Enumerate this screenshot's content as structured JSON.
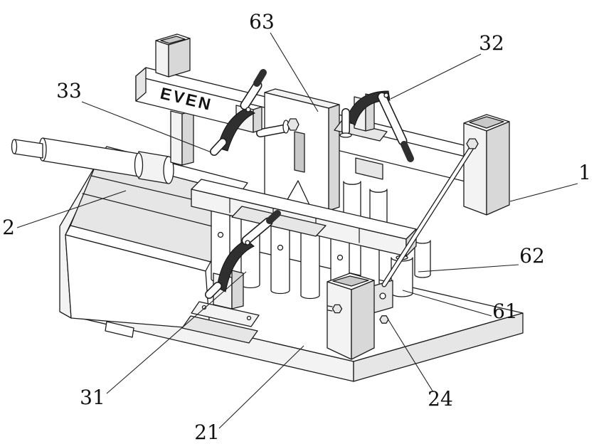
{
  "figure": {
    "background_color": "#ffffff",
    "line_color": "#1c1c1c",
    "part_marking": "EVEN",
    "reference_labels": [
      {
        "id": "63",
        "text": "63"
      },
      {
        "id": "32",
        "text": "32"
      },
      {
        "id": "33",
        "text": "33"
      },
      {
        "id": "1",
        "text": "1"
      },
      {
        "id": "2",
        "text": "2"
      },
      {
        "id": "62",
        "text": "62"
      },
      {
        "id": "61",
        "text": "61"
      },
      {
        "id": "31",
        "text": "31"
      },
      {
        "id": "24",
        "text": "24"
      },
      {
        "id": "21",
        "text": "21"
      }
    ]
  }
}
